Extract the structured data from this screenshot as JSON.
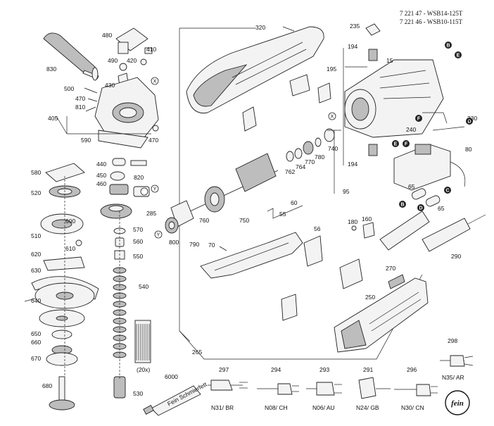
{
  "header": {
    "line1": "7 221 47 - WSB14-125T",
    "line2": "7 221 46 - WSB10-115T"
  },
  "parts": {
    "p480": "480",
    "p410": "410",
    "p420": "420",
    "p490": "490",
    "p430": "430",
    "p830": "830",
    "p500": "500",
    "p470a": "470",
    "p810": "810",
    "p405": "405",
    "p590": "590",
    "p470b": "470",
    "p440": "440",
    "p450": "450",
    "p460": "460",
    "p820": "820",
    "p580": "580",
    "p520": "520",
    "p285": "285",
    "p510": "510",
    "p600": "600",
    "p610": "610",
    "p570": "570",
    "p560": "560",
    "p620": "620",
    "p550": "550",
    "p630": "630",
    "p540": "540",
    "p640": "640",
    "p650": "650",
    "p660": "660",
    "p670": "670",
    "p680": "680",
    "p530": "530",
    "p20x": "(20x)",
    "p320": "320",
    "p235": "235",
    "p194a": "194",
    "p195": "195",
    "p15": "15",
    "p230": "230",
    "p240": "240",
    "p80": "80",
    "p194b": "194",
    "p65a": "65",
    "p65b": "65",
    "p740": "740",
    "p780": "780",
    "p770": "770",
    "p764": "764",
    "p762": "762",
    "p750": "750",
    "p760": "760",
    "p800": "800",
    "p790": "790",
    "p95": "95",
    "p60": "60",
    "p55": "55",
    "p56": "56",
    "p70": "70",
    "p180": "180",
    "p160": "160",
    "p290": "290",
    "p270": "270",
    "p250": "250",
    "p265": "265",
    "p6000": "6000",
    "p297": "297",
    "p294": "294",
    "p293": "293",
    "p291": "291",
    "p296": "296",
    "p298": "298"
  },
  "markers": {
    "x1": "X",
    "x2": "X",
    "y1": "Y",
    "y2": "Y",
    "b1": "B",
    "b2": "B",
    "e1": "E",
    "e2": "E",
    "f1": "F",
    "f2": "F",
    "d1": "D",
    "d2": "D",
    "c1": "C"
  },
  "plugs": {
    "br": "N31/ BR",
    "ch": "N08/ CH",
    "au": "N06/ AU",
    "gb": "N24/ GB",
    "cn": "N30/ CN",
    "ar": "N35/ AR"
  },
  "tube_label": "Fein Schmierfett",
  "logo_text": "fein"
}
